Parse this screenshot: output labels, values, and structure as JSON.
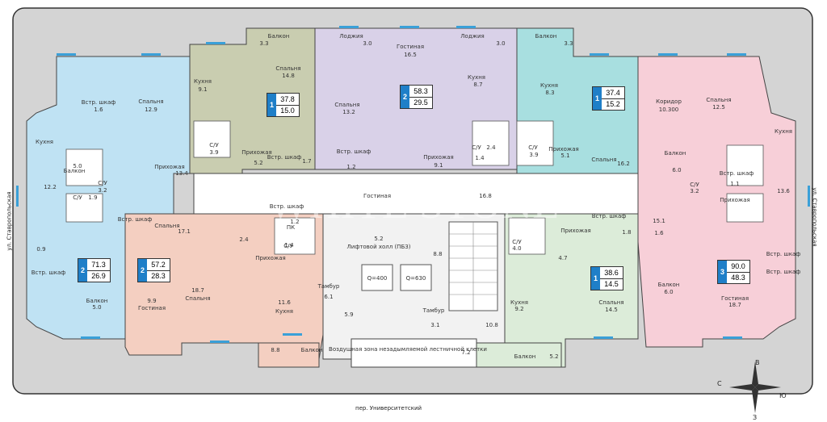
{
  "streets": {
    "left": "ул. Ставропольская",
    "right": "ул. Ставропольская",
    "bottom": "пер. Университетский"
  },
  "watermark": "WHITE STONE",
  "compass": {
    "n": "С",
    "s": "З",
    "e": "В",
    "se": "Ю"
  },
  "apartments": [
    {
      "rooms": "1",
      "total": "37.8",
      "living": "15.0"
    },
    {
      "rooms": "2",
      "total": "58.3",
      "living": "29.5"
    },
    {
      "rooms": "1",
      "total": "37.4",
      "living": "15.2"
    },
    {
      "rooms": "2",
      "total": "71.3",
      "living": "26.9"
    },
    {
      "rooms": "2",
      "total": "57.2",
      "living": "28.3"
    },
    {
      "rooms": "1",
      "total": "38.6",
      "living": "14.5"
    },
    {
      "rooms": "3",
      "total": "90.0",
      "living": "48.3"
    }
  ],
  "labels": [
    "Балкон",
    "3.3",
    "Спальня",
    "14.8",
    "Кухня",
    "9.1",
    "С/У",
    "3.9",
    "Прихожая",
    "5.2",
    "Встр. шкаф",
    "1.7",
    "Лоджия",
    "3.0",
    "Спальня",
    "13.2",
    "Встр. шкаф",
    "1.2",
    "Гостиная",
    "16.5",
    "Лоджия",
    "3.0",
    "Кухня",
    "8.7",
    "Прихожая",
    "9.1",
    "С/У",
    "2.4",
    "1.4",
    "Балкон",
    "3.3",
    "Кухня",
    "8.3",
    "С/У",
    "3.9",
    "Прихожая",
    "5.1",
    "Спальня",
    "16.2",
    "Встр. шкаф",
    "1.6",
    "Спальня",
    "12.9",
    "Кухня",
    "12.2",
    "Балкон",
    "5.0",
    "С/У",
    "1.9",
    "С/У",
    "3.2",
    "Прихожая",
    "13.4",
    "Встр. шкаф",
    "0.9",
    "Встр. шкаф",
    "Балкон",
    "5.0",
    "Гостиная",
    "16.8",
    "Коридор",
    "10.300",
    "Спальня",
    "12.5",
    "Кухня",
    "13.6",
    "Балкон",
    "6.0",
    "Встр. шкаф",
    "1.1",
    "С/У",
    "3.2",
    "Прихожая",
    "15.1",
    "1.6",
    "Встр. шкаф",
    "Встр. шкаф",
    "Балкон",
    "6.0",
    "Гостиная",
    "18.7",
    "Спальня",
    "17.1",
    "Встр. шкаф",
    "1.2",
    "ПК",
    "С/У",
    "1.4",
    "2.4",
    "Прихожая",
    "9.9",
    "Гостиная",
    "18.7",
    "Спальня",
    "11.6",
    "Кухня",
    "8.8",
    "Балкон",
    "5.2",
    "Лифтовой холл (ПБЗ)",
    "8.8",
    "Тамбур",
    "6.1",
    "5.9",
    "Тамбур",
    "3.1",
    "10.8",
    "Воздушная зона незадымляемой лестничной клетки",
    "7.2",
    "Прихожая",
    "4.7",
    "С/У",
    "4.0",
    "Встр. шкаф",
    "1.8",
    "Кухня",
    "9.2",
    "Спальня",
    "14.5",
    "Балкон",
    "5.2",
    "Q=400",
    "Q=630"
  ]
}
